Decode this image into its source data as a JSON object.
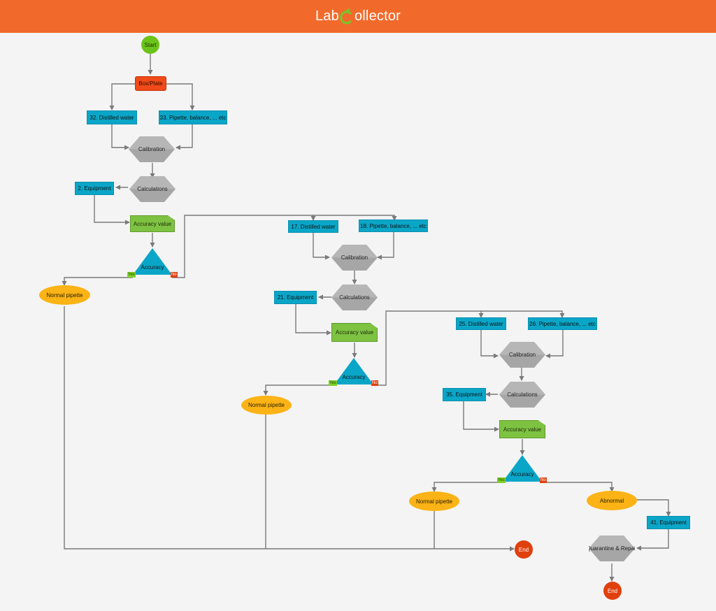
{
  "header": {
    "brand_prefix": "Lab",
    "brand_suffix": "ollector",
    "logo_icon": "c-leaf-icon"
  },
  "colors": {
    "header": "#f26a2b",
    "box": "#0aa6c8",
    "doc": "#7ec242",
    "hexagon": "#a3a3a3",
    "ellipse": "#fbb316",
    "start": "#6cc31a",
    "end": "#e0400e",
    "connector": "#7a7a7a"
  },
  "flow": {
    "start": "Start",
    "box_plate": "Box/Plate",
    "end_1": "End",
    "end_2": "End",
    "level1": {
      "water": "32. Distilled water",
      "tools": "33. Pipette, balance, ... etc",
      "calibration": "Calibration",
      "calculations": "Calculations",
      "equipment": "2. Equipment",
      "accuracy_value": "Accuracy value",
      "accuracy": "Accuracy",
      "yes": "Yes",
      "no": "No",
      "normal": "Normal pipette"
    },
    "level2": {
      "water": "17. Distilled water",
      "tools": "18. Pipette, balance, ... etc",
      "calibration": "Calibration",
      "calculations": "Calculations",
      "equipment": "21. Equipment",
      "accuracy_value": "Accuracy value",
      "accuracy": "Accuracy",
      "yes": "Yes",
      "no": "No",
      "normal": "Normal pipette"
    },
    "level3": {
      "water": "25. Distilled water",
      "tools": "26. Pipette, balance, ... etc",
      "calibration": "Calibration",
      "calculations": "Calculations",
      "equipment": "35. Equipment",
      "accuracy_value": "Accuracy value",
      "accuracy": "Accuracy",
      "yes": "Yes",
      "no": "No",
      "normal": "Normal pipette",
      "abnormal": "Abnormal",
      "equipment_41": "41. Equipment",
      "quarantine": "Quarantine & Repair"
    }
  }
}
